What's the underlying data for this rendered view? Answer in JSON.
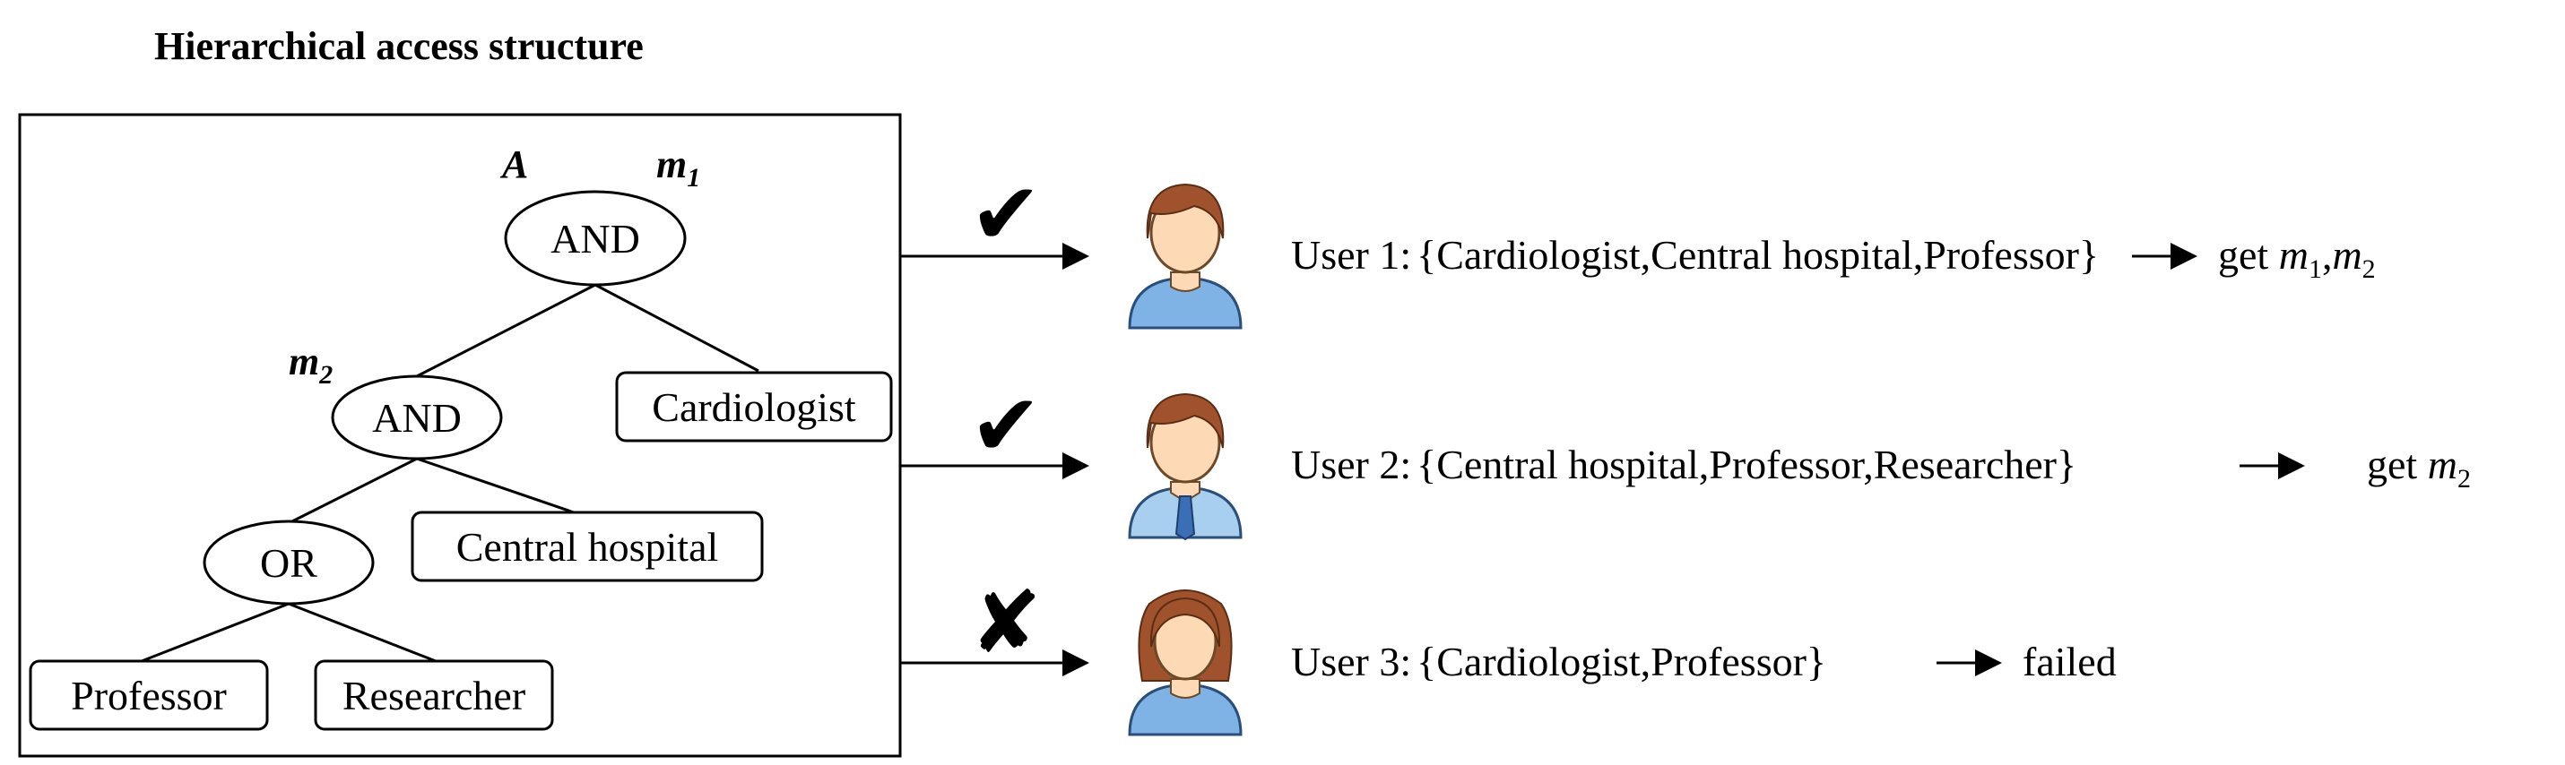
{
  "title": "Hierarchical access structure",
  "tree": {
    "root_var": "A",
    "m1": {
      "base": "m",
      "sub": "1"
    },
    "m2": {
      "base": "m",
      "sub": "2"
    },
    "nodes": {
      "root_and": "AND",
      "mid_and": "AND",
      "or": "OR",
      "cardiologist": "Cardiologist",
      "central_hospital": "Central hospital",
      "professor": "Professor",
      "researcher": "Researcher"
    }
  },
  "users": [
    {
      "label": "User 1:",
      "attributes": "{Cardiologist,Central hospital,Professor}",
      "result_prefix": "get ",
      "result_vars": [
        {
          "base": "m",
          "sub": "1"
        },
        {
          "base": "m",
          "sub": "2"
        }
      ],
      "result_text": "",
      "mark": "✔"
    },
    {
      "label": "User 2:",
      "attributes": "{Central hospital,Professor,Researcher}",
      "result_prefix": "get ",
      "result_vars": [
        {
          "base": "m",
          "sub": "2"
        }
      ],
      "result_text": "",
      "mark": "✔"
    },
    {
      "label": "User 3:",
      "attributes": "{Cardiologist,Professor}",
      "result_prefix": "",
      "result_vars": [],
      "result_text": "failed",
      "mark": "✘"
    }
  ],
  "colors": {
    "line": "#000000",
    "hair_brown": "#a0522d",
    "skin": "#fdd9b5",
    "shirt_blue": "#7fb3e6",
    "tie_blue": "#3a6fb5"
  }
}
